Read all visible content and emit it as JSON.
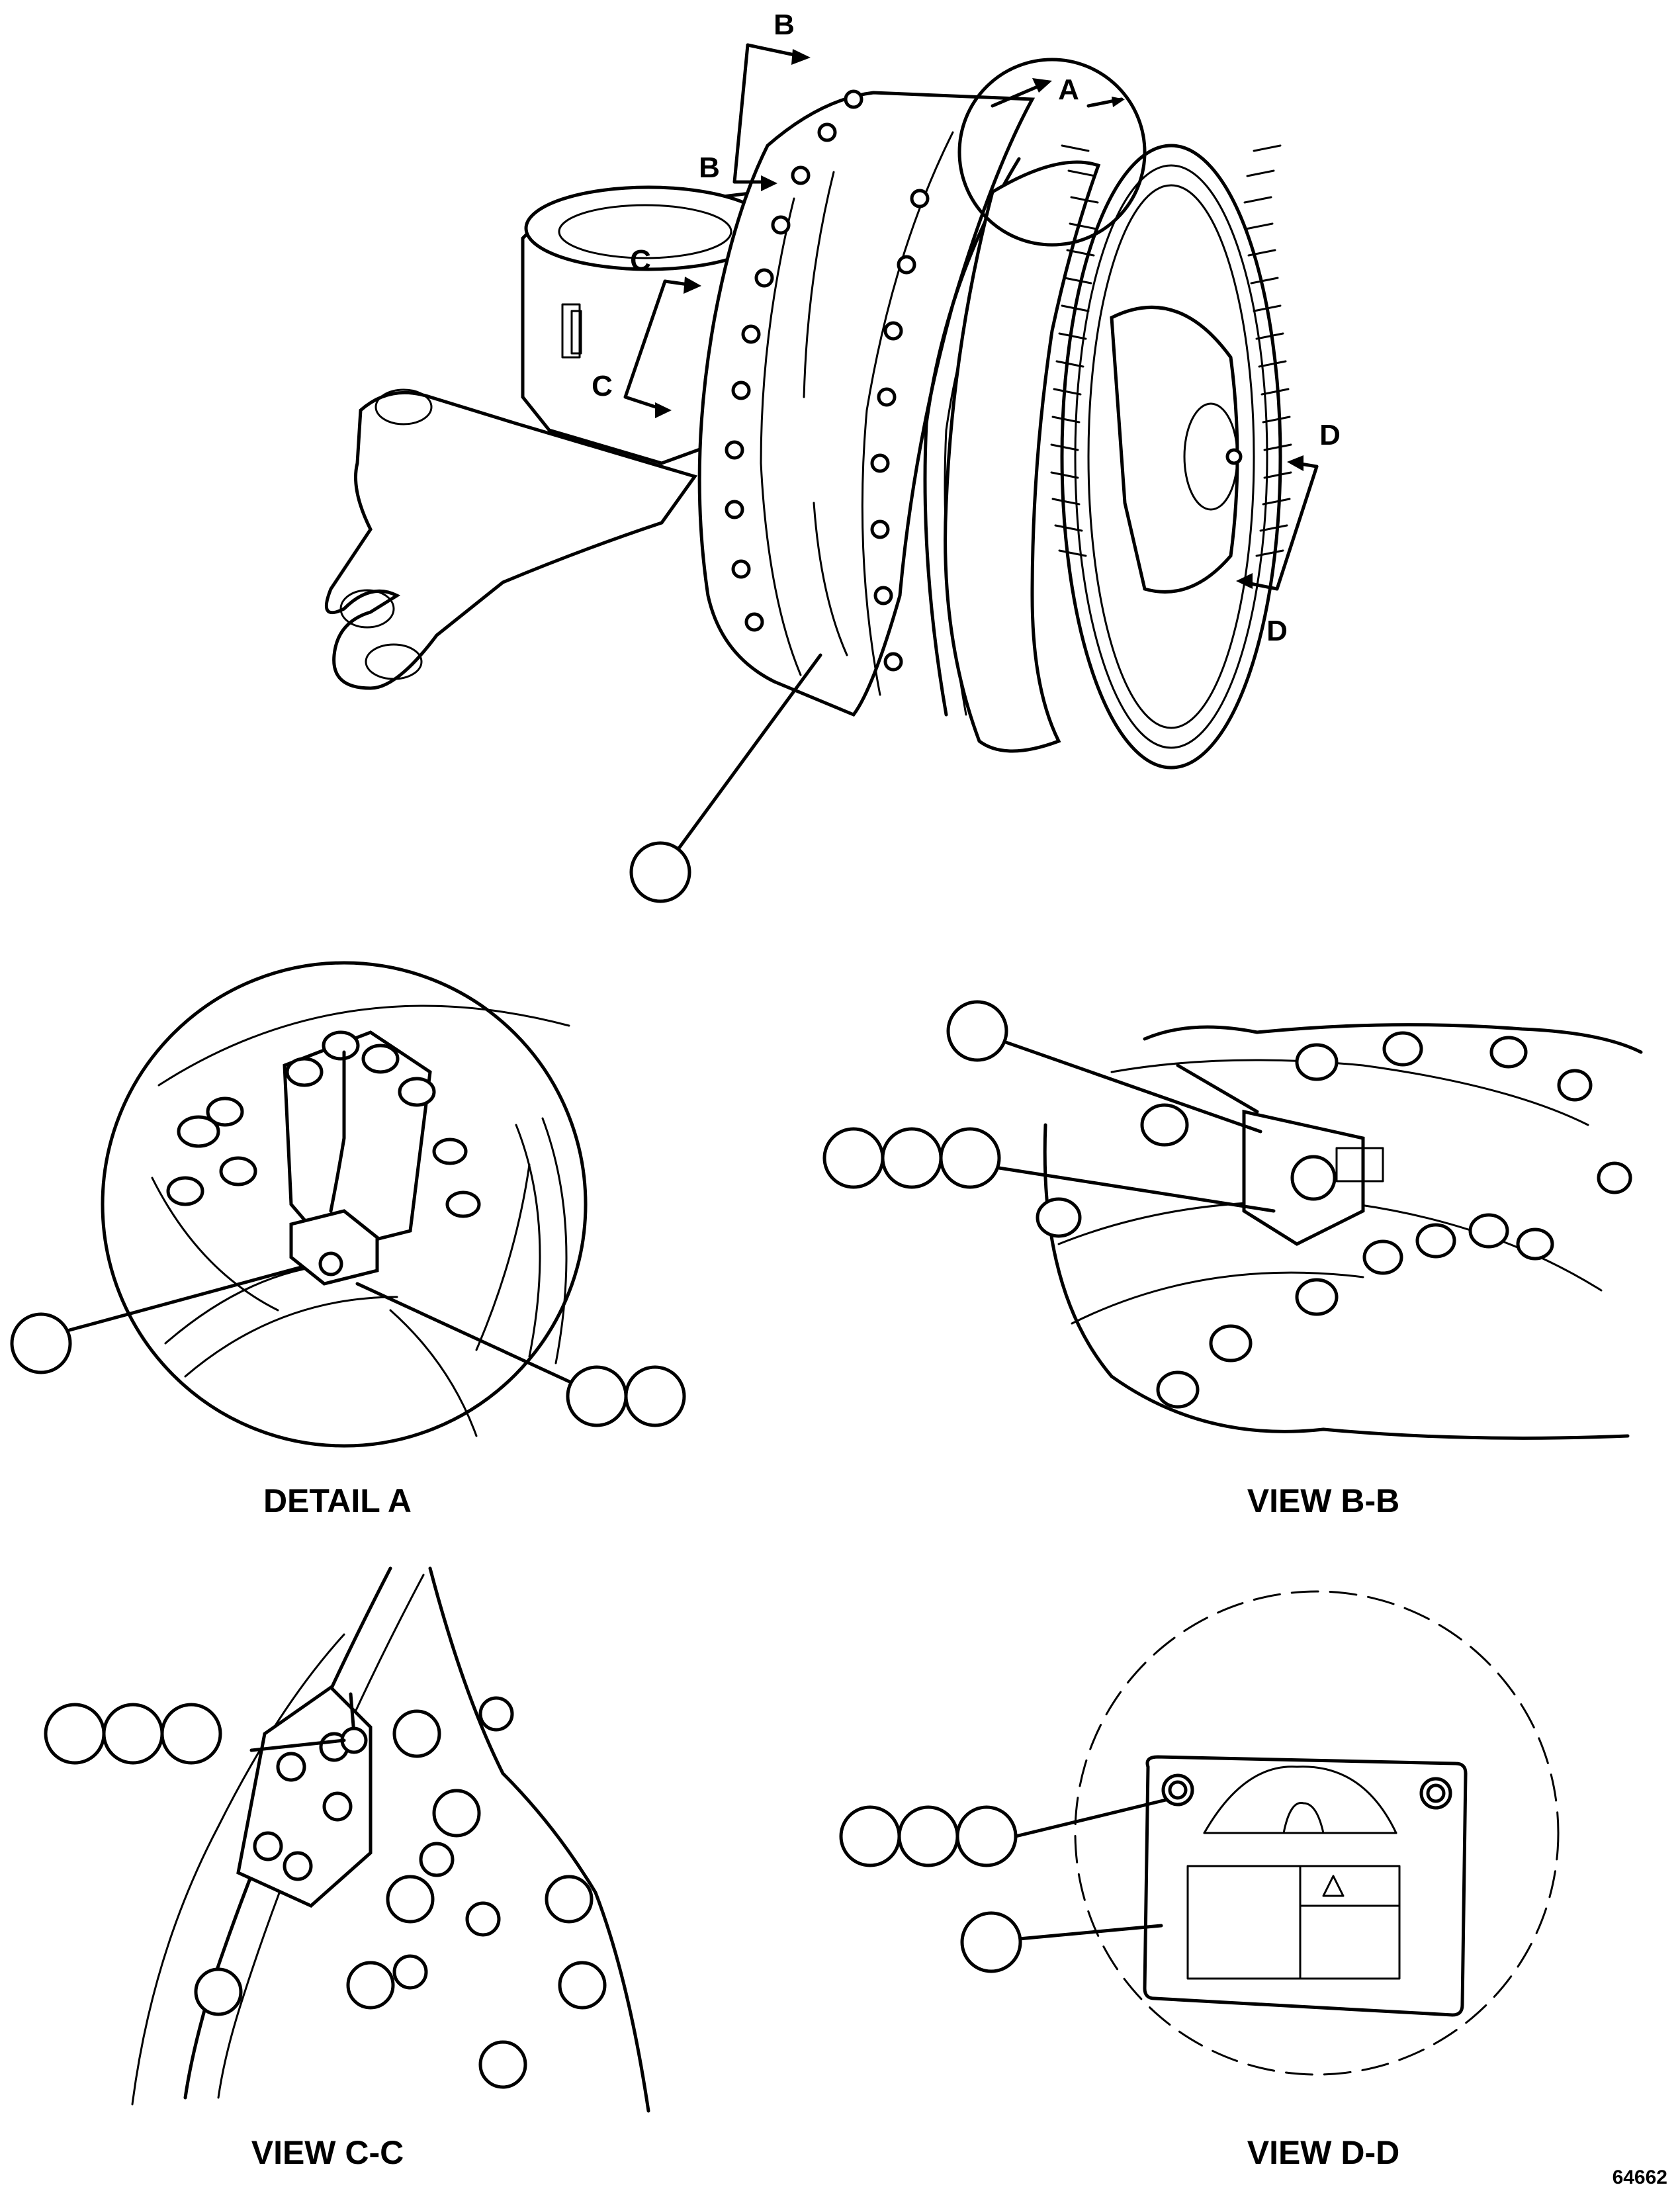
{
  "figure_id": "64662",
  "section_markers": {
    "a": "A",
    "b_top": "B",
    "b_bottom": "B",
    "c_top": "C",
    "c_bottom": "C",
    "d_top": "D",
    "d_bottom": "D"
  },
  "views": {
    "detail_a": "DETAIL A",
    "view_bb": "VIEW B-B",
    "view_cc": "VIEW C-C",
    "view_dd": "VIEW D-D"
  },
  "callouts": {
    "main_assembly": "",
    "detail_a_left": "",
    "detail_a_right": [
      "",
      ""
    ],
    "view_bb_top": "",
    "view_bb_group": [
      "",
      "",
      ""
    ],
    "view_cc_group": [
      "",
      "",
      ""
    ],
    "view_dd_group": [
      "",
      "",
      ""
    ],
    "view_dd_label": ""
  }
}
